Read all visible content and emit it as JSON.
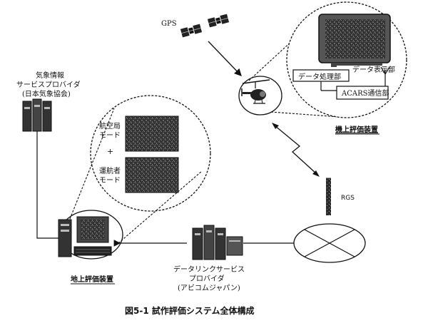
{
  "labels": {
    "gps": "GPS",
    "weather_provider_1": "気象情報",
    "weather_provider_2": "サービスプロバイダ",
    "weather_provider_3": "(日本気象協会)",
    "aviation_mode_1": "航空局",
    "aviation_mode_2": "モード",
    "plus": "+",
    "operator_mode_1": "運航者",
    "operator_mode_2": "モード",
    "data_display": "データ表示部",
    "data_processing": "データ処理部",
    "acars_comm": "ACARS通信部",
    "onboard_eval": "機上評価装置",
    "rgs": "RGS",
    "ground_eval": "地上評価装置",
    "datalink_1": "データリンクサービス",
    "datalink_2": "プロバイダ",
    "datalink_3": "(アビコムジャパン)"
  },
  "caption": "図5-1  試作評価システム全体構成"
}
